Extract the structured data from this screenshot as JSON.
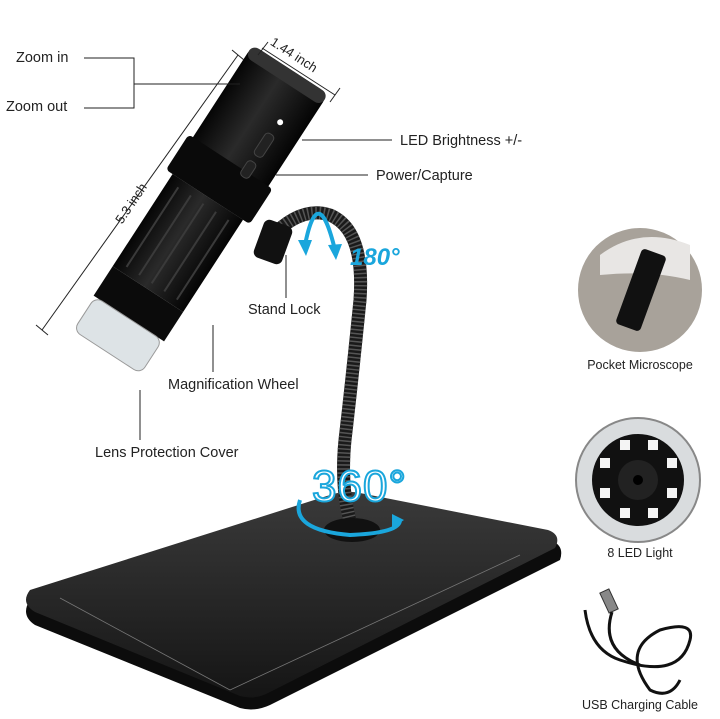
{
  "labels": {
    "zoom_in": "Zoom in",
    "zoom_out": "Zoom out",
    "led_brightness": "LED Brightness +/-",
    "power_capture": "Power/Capture",
    "stand_lock": "Stand Lock",
    "magnification_wheel": "Magnification Wheel",
    "lens_cover": "Lens Protection Cover"
  },
  "dimensions": {
    "width": "1.44 inch",
    "length": "5.3 inch"
  },
  "rotation": {
    "gooseneck": "180°",
    "base": "360°"
  },
  "features": [
    {
      "caption": "Pocket Microscope"
    },
    {
      "caption": "8 LED Light"
    },
    {
      "caption": "USB Charging Cable"
    }
  ],
  "colors": {
    "accent": "#1aa6dc",
    "device": "#111111"
  }
}
